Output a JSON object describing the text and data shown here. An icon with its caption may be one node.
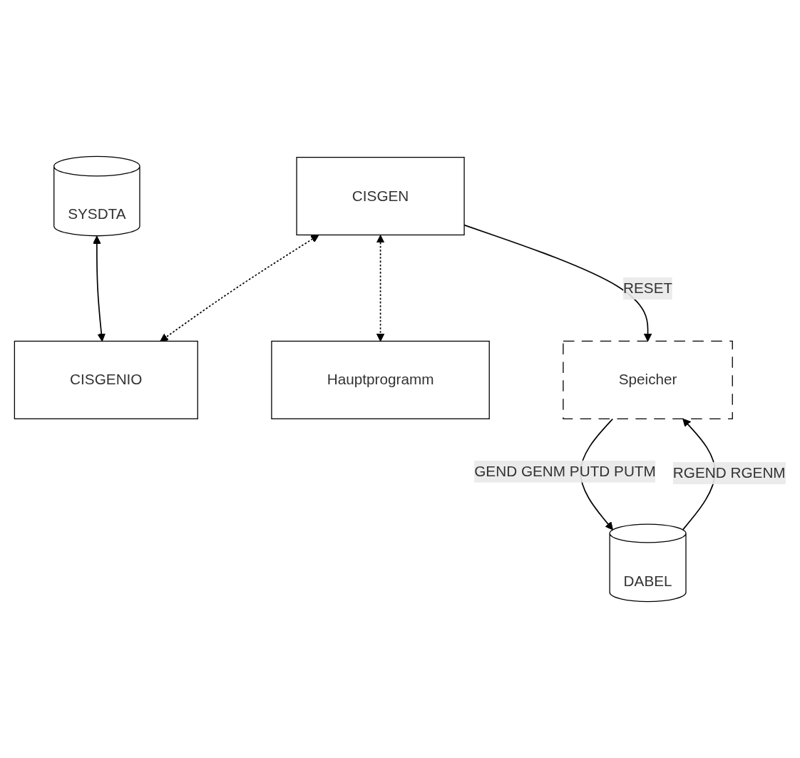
{
  "diagram": {
    "nodes": [
      {
        "text": [
          "SYSDTA"
        ]
      },
      {
        "text": [
          "Hauptprogramm"
        ]
      },
      {
        "text": [
          "CISGENIO"
        ]
      },
      {
        "text": [
          "CISGEN"
        ]
      },
      {
        "text": [
          "Speicher"
        ]
      },
      {
        "text": [
          "DABEL"
        ]
      }
    ],
    "edges": [
      {
        "from": 0,
        "to": 2,
        "arrow": "both"
      },
      {
        "from": 3,
        "to": 2,
        "arrow": "both",
        "style": "dashed"
      },
      {
        "from": 3,
        "to": 1,
        "arrow": "both",
        "style": "dashed"
      },
      {
        "from": 3,
        "to": 4,
        "arrow": "to",
        "label": "RESET"
      },
      {
        "from": 4,
        "to": 5,
        "arrow": "to",
        "label": "GEND GENM PUTD PUTM"
      },
      {
        "from": 5,
        "to": 4,
        "arrow": "to",
        "label": "RGEND RGENM"
      }
    ]
  }
}
